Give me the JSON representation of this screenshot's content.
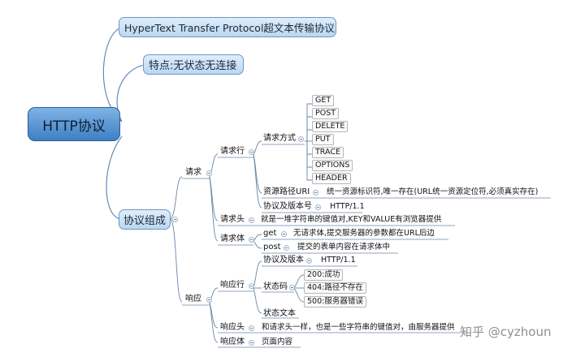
{
  "root": "HTTP协议",
  "definition": "HyperText Transfer Protocol超文本传输协议",
  "feature": "特点:无状态无连接",
  "composition": "协议组成",
  "request": {
    "label": "请求",
    "line": {
      "label": "请求行",
      "method_label": "请求方式",
      "methods": [
        "GET",
        "POST",
        "DELETE",
        "PUT",
        "TRACE",
        "OPTIONS",
        "HEADER"
      ],
      "uri_label": "资源路径URI",
      "uri_desc": "统一资源标识符,唯一存在(URL统一资源定位符,必须真实存在)",
      "version_label": "协议及版本号",
      "version_value": "HTTP/1.1"
    },
    "header": {
      "label": "请求头",
      "desc": "就是一堆字符串的键值对,KEY和VALUE有浏览器提供"
    },
    "body": {
      "label": "请求体",
      "get_label": "get",
      "get_desc": "无请求体,提交服务器的参数都在URL后边",
      "post_label": "post",
      "post_desc": "提交的表单内容在请求体中"
    }
  },
  "response": {
    "label": "响应",
    "line": {
      "label": "响应行",
      "version_label": "协议及版本",
      "version_value": "HTTP/1.1",
      "status_label": "状态码",
      "status_codes": [
        "200:成功",
        "404:路径不存在",
        "500:服务器错误"
      ],
      "status_text": "状态文本"
    },
    "header": {
      "label": "响应头",
      "desc": "和请求头一样，也是一些字符串的键值对，由服务器提供"
    },
    "body": {
      "label": "响应体",
      "desc": "页面内容"
    }
  },
  "watermark": "知乎 @cyzhoun"
}
